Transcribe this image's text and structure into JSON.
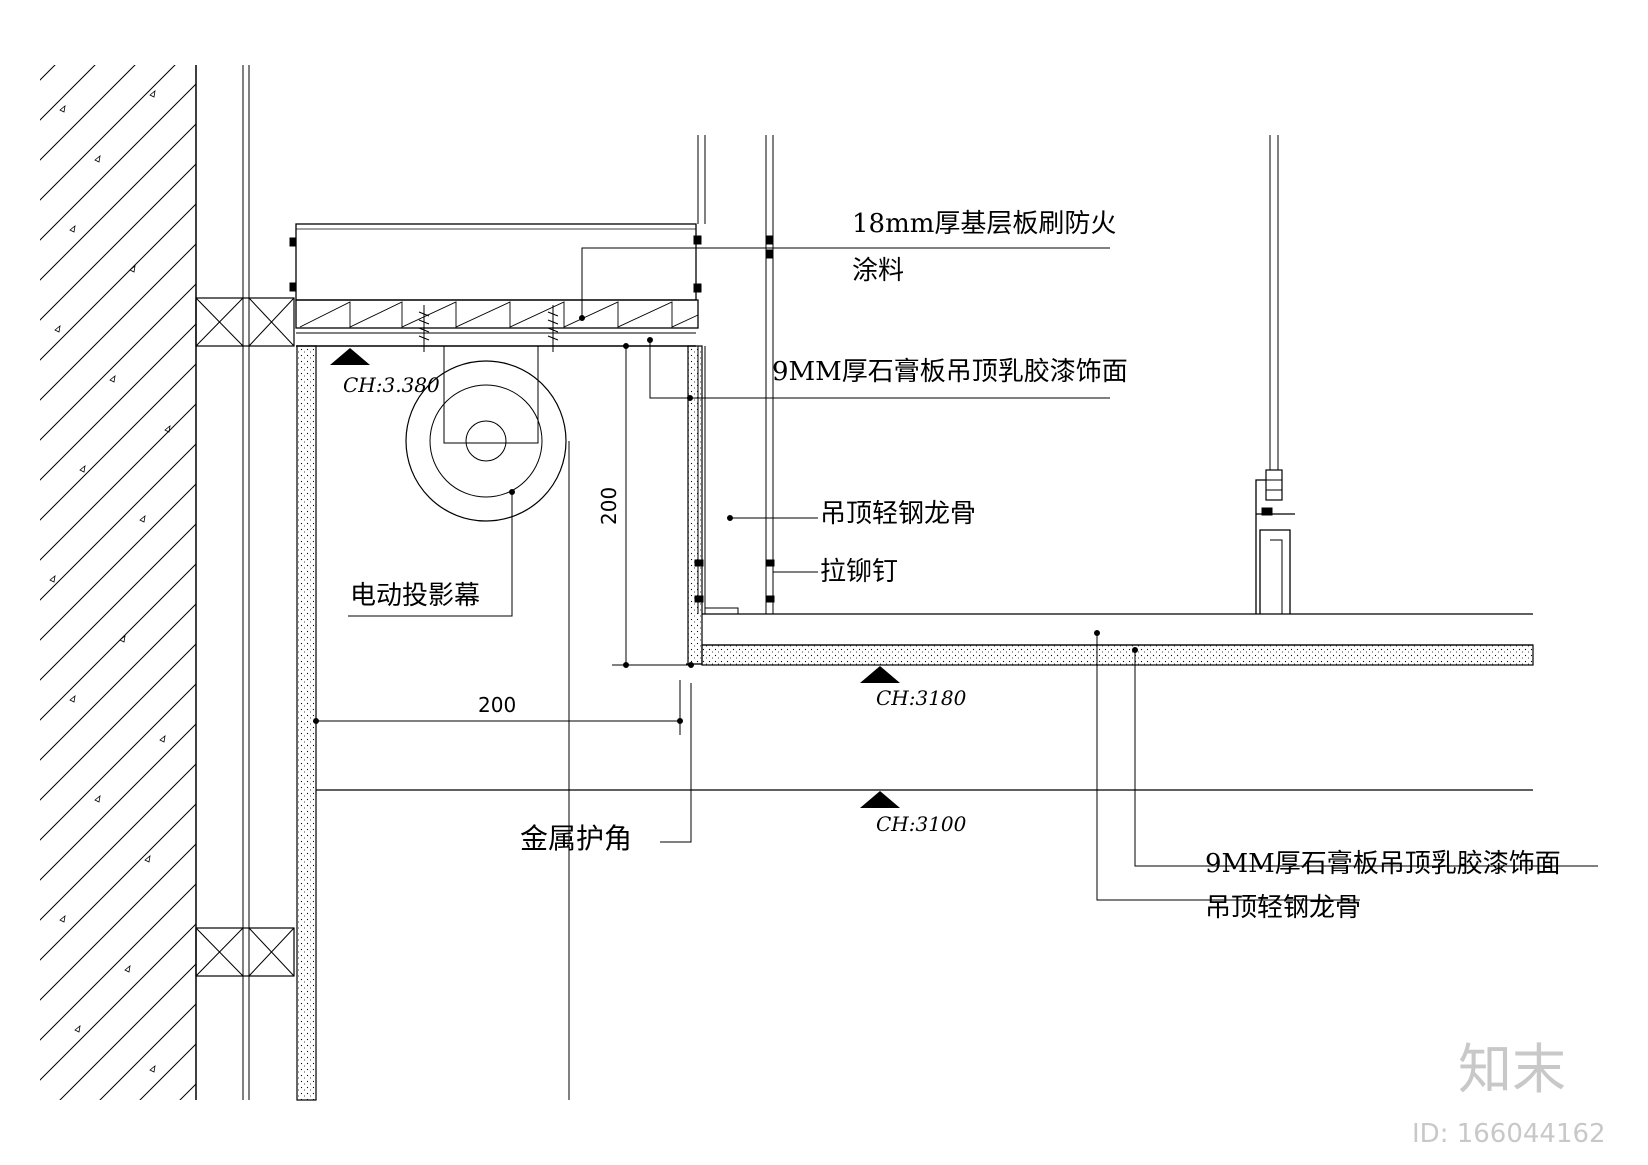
{
  "labels": {
    "base_board_line1": "18mm厚基层板刷防火",
    "base_board_line2": "涂料",
    "gypsum_top": "9MM厚石膏板吊顶乳胶漆饰面",
    "keel_top": "吊顶轻钢龙骨",
    "rivet": "拉铆钉",
    "screen": "电动投影幕",
    "metal_corner": "金属护角",
    "gypsum_bottom": "9MM厚石膏板吊顶乳胶漆饰面",
    "keel_bottom": "吊顶轻钢龙骨"
  },
  "levels": {
    "ch_3380": "CH:3.380",
    "ch_3180": "CH:3180",
    "ch_3100": "CH:3100"
  },
  "dimensions": {
    "vertical": "200",
    "horizontal": "200"
  },
  "watermark": {
    "logo": "知末",
    "id": "ID: 166044162"
  },
  "colors": {
    "line": "#000000",
    "watermark": "#c8c8c8"
  }
}
